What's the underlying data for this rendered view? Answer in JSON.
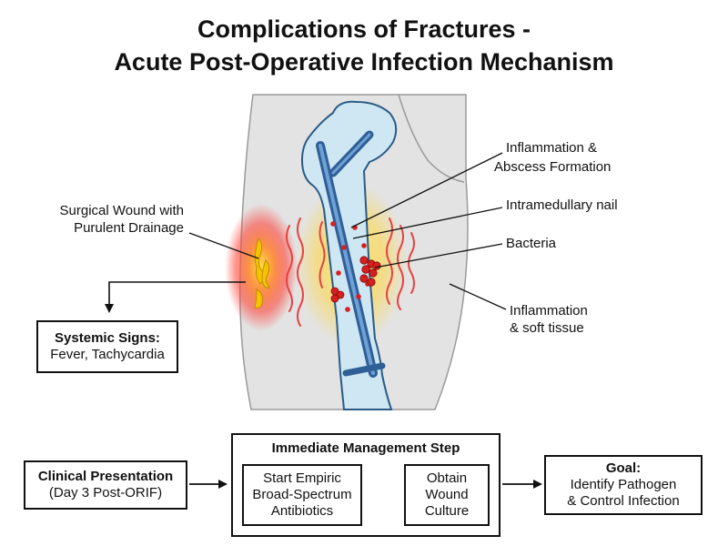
{
  "title": {
    "line1": "Complications of Fractures -",
    "line2": "Acute Post-Operative Infection Mechanism"
  },
  "labels": {
    "wound_line1": "Surgical Wound with",
    "wound_line2": "Purulent Drainage",
    "abscess_line1": "Inflammation &",
    "abscess_line2": "Abscess Formation",
    "nail": "Intramedullary nail",
    "bacteria": "Bacteria",
    "soft_line1": "Inflammation",
    "soft_line2": "& soft tissue"
  },
  "systemic": {
    "heading": "Systemic Signs:",
    "detail": "Fever, Tachycardia"
  },
  "flow": {
    "clinical_heading": "Clinical Presentation",
    "clinical_detail": "(Day 3 Post-ORIF)",
    "management_title": "Immediate Management Step",
    "step1_line1": "Start Empiric",
    "step1_line2": "Broad-Spectrum",
    "step1_line3": "Antibiotics",
    "step2_line1": "Obtain",
    "step2_line2": "Wound",
    "step2_line3": "Culture",
    "goal_heading": "Goal:",
    "goal_line1": "Identify Pathogen",
    "goal_line2": "& Control Infection"
  },
  "colors": {
    "bone": "#cfe6f3",
    "nail": "#4a7fb8",
    "bacteria": "#d42020",
    "inflammation": "#e84040",
    "wound": "#f5c400",
    "soft_tissue": "#e3e3e3"
  }
}
